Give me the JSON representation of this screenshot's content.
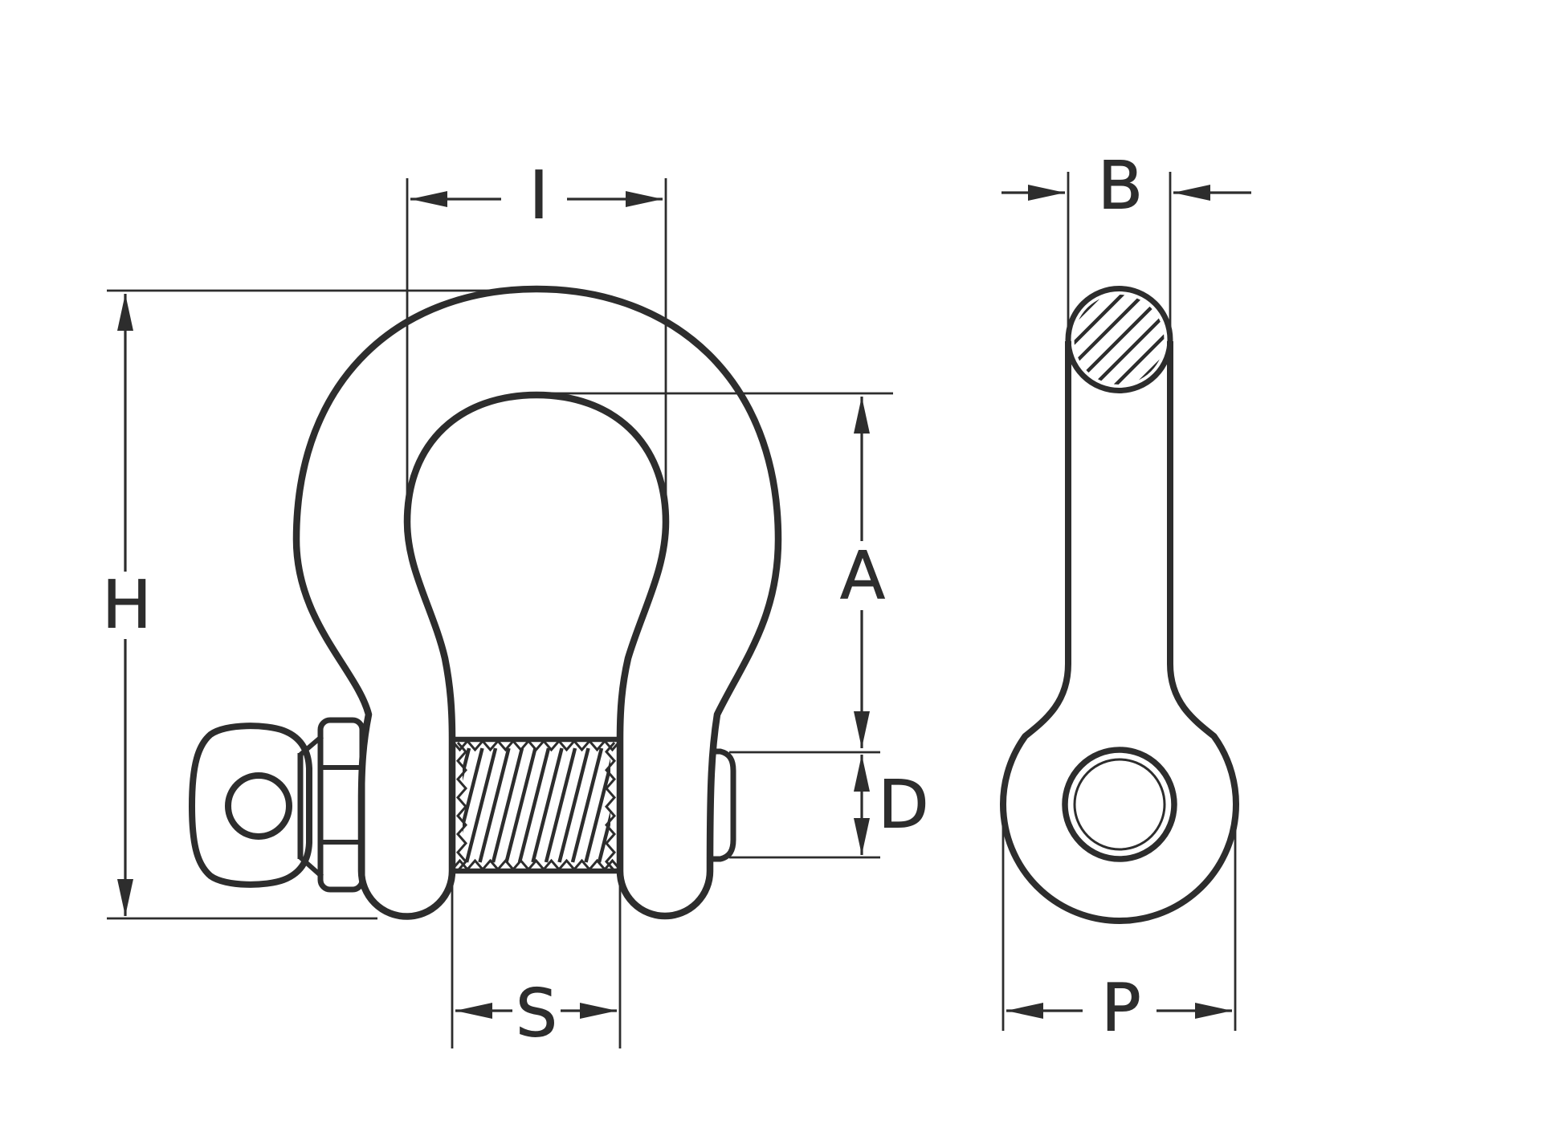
{
  "colors": {
    "ink": "#2d2d2d",
    "background": "#ffffff"
  },
  "dimensions": {
    "h": "H",
    "i": "I",
    "a": "A",
    "d": "D",
    "s": "S",
    "b": "B",
    "p": "P"
  }
}
